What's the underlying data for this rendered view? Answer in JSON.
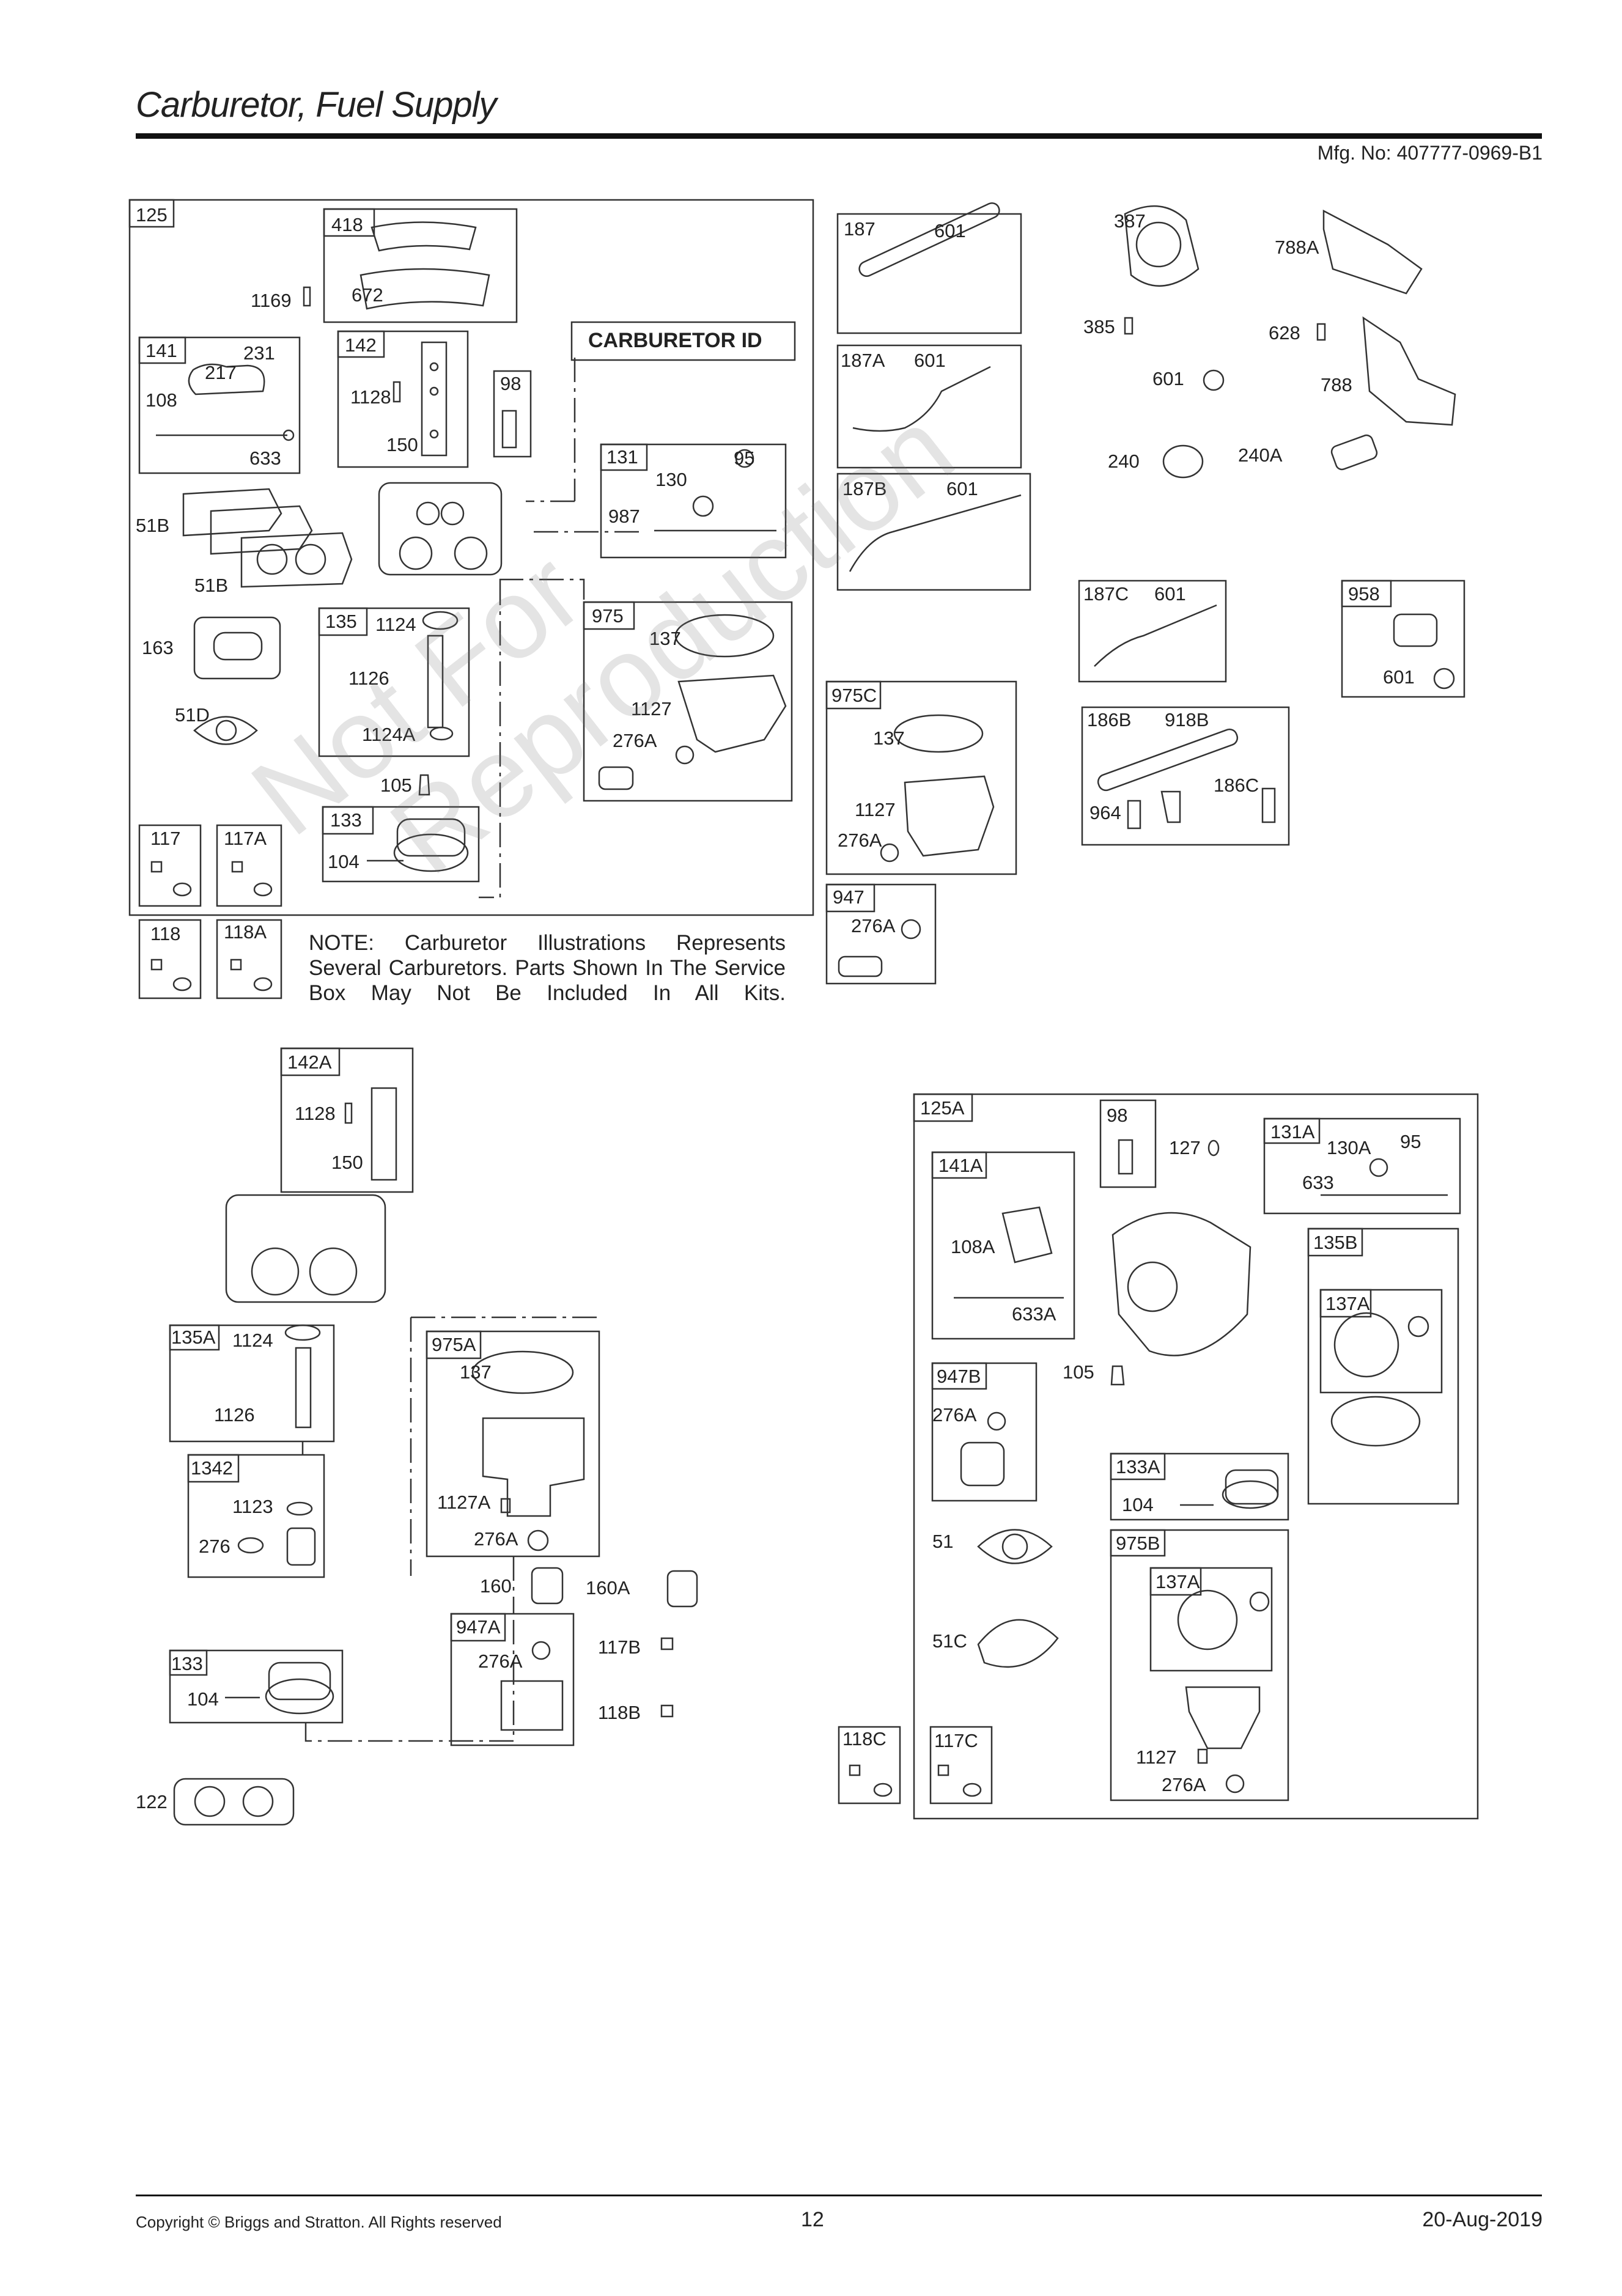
{
  "page": {
    "title": "Carburetor, Fuel Supply",
    "mfg": "Mfg. No: 407777-0969-B1",
    "carburetor_id": "CARBURETOR ID",
    "note": "NOTE: Carburetor Illustrations Represents Several Carburetors. Parts Shown In The Service Box May Not Be Included In All Kits.",
    "watermark_line1": "Not For",
    "watermark_line2": "Reproduction"
  },
  "footer": {
    "copyright": "Copyright ©  Briggs and Stratton. All Rights reserved",
    "page_number": "12",
    "date": "20-Aug-2019"
  },
  "labels": {
    "l125": "125",
    "l418": "418",
    "l1169": "1169",
    "l672": "672",
    "l141": "141",
    "l217": "217",
    "l231": "231",
    "l108": "108",
    "l633": "633",
    "l142": "142",
    "l1128": "1128",
    "l150": "150",
    "l98": "98",
    "l131": "131",
    "l130": "130",
    "l95": "95",
    "l987": "987",
    "l51B_a": "51B",
    "l51B_b": "51B",
    "l163": "163",
    "l51D": "51D",
    "l135": "135",
    "l1124": "1124",
    "l1126": "1126",
    "l1124A": "1124A",
    "l105": "105",
    "l133": "133",
    "l104": "104",
    "l975": "975",
    "l137": "137",
    "l1127": "1127",
    "l276A": "276A",
    "l117": "117",
    "l117A": "117A",
    "l118": "118",
    "l118A": "118A",
    "l187": "187",
    "l601_a": "601",
    "l187A": "187A",
    "l601_b": "601",
    "l187B": "187B",
    "l601_c": "601",
    "l975C": "975C",
    "l137_c": "137",
    "l1127_c": "1127",
    "l276A_c": "276A",
    "l947": "947",
    "l276A_d": "276A",
    "l387": "387",
    "l788A": "788A",
    "l385": "385",
    "l628": "628",
    "l601_d": "601",
    "l788": "788",
    "l240": "240",
    "l240A": "240A",
    "l187C": "187C",
    "l601_e": "601",
    "l958": "958",
    "l601_f": "601",
    "l186B": "186B",
    "l918B": "918B",
    "l964": "964",
    "l186C": "186C",
    "l142A": "142A",
    "l1128_b": "1128",
    "l150_b": "150",
    "l135A": "135A",
    "l1124_b": "1124",
    "l1126_b": "1126",
    "l1342": "1342",
    "l1123": "1123",
    "l276": "276",
    "l133_b": "133",
    "l104_b": "104",
    "l122": "122",
    "l975A": "975A",
    "l137_b": "137",
    "l1127A": "1127A",
    "l276A_b": "276A",
    "l160": "160",
    "l160A": "160A",
    "l947A": "947A",
    "l276A_e": "276A",
    "l117B": "117B",
    "l118B": "118B",
    "l125A": "125A",
    "l98_b": "98",
    "l127": "127",
    "l131A": "131A",
    "l130A": "130A",
    "l95_b": "95",
    "l633_b": "633",
    "l141A": "141A",
    "l108A": "108A",
    "l633A": "633A",
    "l135B": "135B",
    "l137A": "137A",
    "l947B": "947B",
    "l276A_f": "276A",
    "l105_b": "105",
    "l133A": "133A",
    "l104_c": "104",
    "l51": "51",
    "l51C": "51C",
    "l975B": "975B",
    "l137A_b": "137A",
    "l1127_b": "1127",
    "l276A_g": "276A",
    "l118C": "118C",
    "l117C": "117C"
  }
}
